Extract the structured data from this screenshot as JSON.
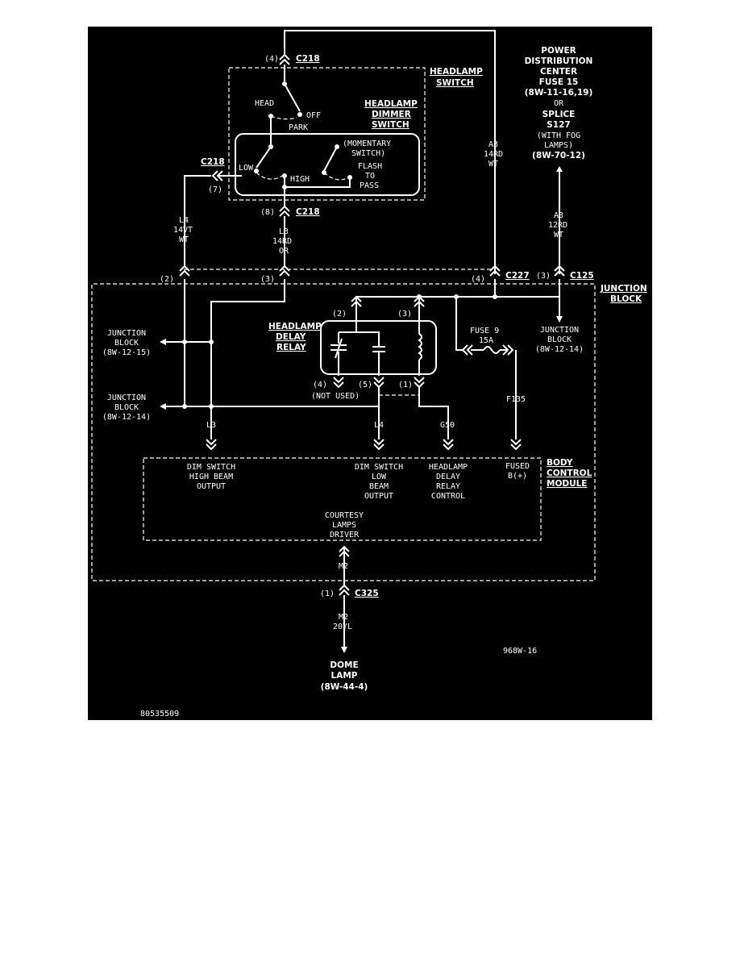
{
  "colors": {
    "background": "#000000",
    "foreground": "#ffffff",
    "page": "#ffffff"
  },
  "headlamp_switch": {
    "title": "HEADLAMP",
    "title2": "SWITCH",
    "head": "HEAD",
    "off": "OFF",
    "park": "PARK",
    "low": "LOW",
    "high": "HIGH"
  },
  "dimmer": {
    "l1": "HEADLAMP",
    "l2": "DIMMER",
    "l3": "SWITCH",
    "m1": "(MOMENTARY",
    "m2": "SWITCH)",
    "f1": "FLASH",
    "f2": "TO",
    "f3": "PASS"
  },
  "connectors": {
    "c218": "C218",
    "c227": "C227",
    "c125": "C125",
    "c325": "C325",
    "p4a": "(4)",
    "p7": "(7)",
    "p8": "(8)",
    "p2a": "(2)",
    "p3a": "(3)",
    "p4b": "(4)",
    "p3b": "(3)",
    "p1c": "(1)"
  },
  "wires": {
    "a3_1": "A3",
    "a3_2": "14RD",
    "a3_3": "WT",
    "l4_1": "L4",
    "l4_2": "14VT",
    "l4_3": "WT",
    "l3_1": "L3",
    "l3_2": "14RD",
    "l3_3": "OR",
    "a3b_1": "A3",
    "a3b_2": "12RD",
    "a3b_3": "WT",
    "l3": "L3",
    "l4": "L4",
    "g50": "G50",
    "f135": "F135",
    "m2": "M2",
    "m2b_1": "M2",
    "m2b_2": "20YL"
  },
  "power": {
    "l1": "POWER",
    "l2": "DISTRIBUTION",
    "l3": "CENTER",
    "l4": "FUSE 15",
    "l5": "(8W-11-16,19)",
    "l6": "OR",
    "l7": "SPLICE",
    "l8": "S127",
    "l9": "(WITH FOG",
    "l10": "LAMPS)",
    "l11": "(8W-70-12)"
  },
  "junction_block": {
    "l1": "JUNCTION",
    "l2": "BLOCK"
  },
  "relay": {
    "l1": "HEADLAMP",
    "l2": "DELAY",
    "l3": "RELAY",
    "p2": "(2)",
    "p3": "(3)",
    "p4": "(4)",
    "p5": "(5)",
    "p1": "(1)",
    "not_used": "(NOT USED)"
  },
  "fuse9": {
    "l1": "FUSE 9",
    "l2": "15A"
  },
  "jb_refs": {
    "left1": {
      "l1": "JUNCTION",
      "l2": "BLOCK",
      "l3": "(8W-12-15)"
    },
    "left2": {
      "l1": "JUNCTION",
      "l2": "BLOCK",
      "l3": "(8W-12-14)"
    },
    "right": {
      "l1": "JUNCTION",
      "l2": "BLOCK",
      "l3": "(8W-12-14)"
    }
  },
  "bcm": {
    "title1": "BODY",
    "title2": "CONTROL",
    "title3": "MODULE",
    "hb1": "DIM SWITCH",
    "hb2": "HIGH BEAM",
    "hb3": "OUTPUT",
    "lb1": "DIM SWITCH",
    "lb2": "LOW",
    "lb3": "BEAM",
    "lb4": "OUTPUT",
    "hd1": "HEADLAMP",
    "hd2": "DELAY",
    "hd3": "RELAY",
    "hd4": "CONTROL",
    "fb1": "FUSED",
    "fb2": "B(+)",
    "cl1": "COURTESY",
    "cl2": "LAMPS",
    "cl3": "DRIVER"
  },
  "dome": {
    "l1": "DOME",
    "l2": "LAMP",
    "l3": "(8W-44-4)"
  },
  "figure_id": "968W-16",
  "doc_number": "80535509"
}
